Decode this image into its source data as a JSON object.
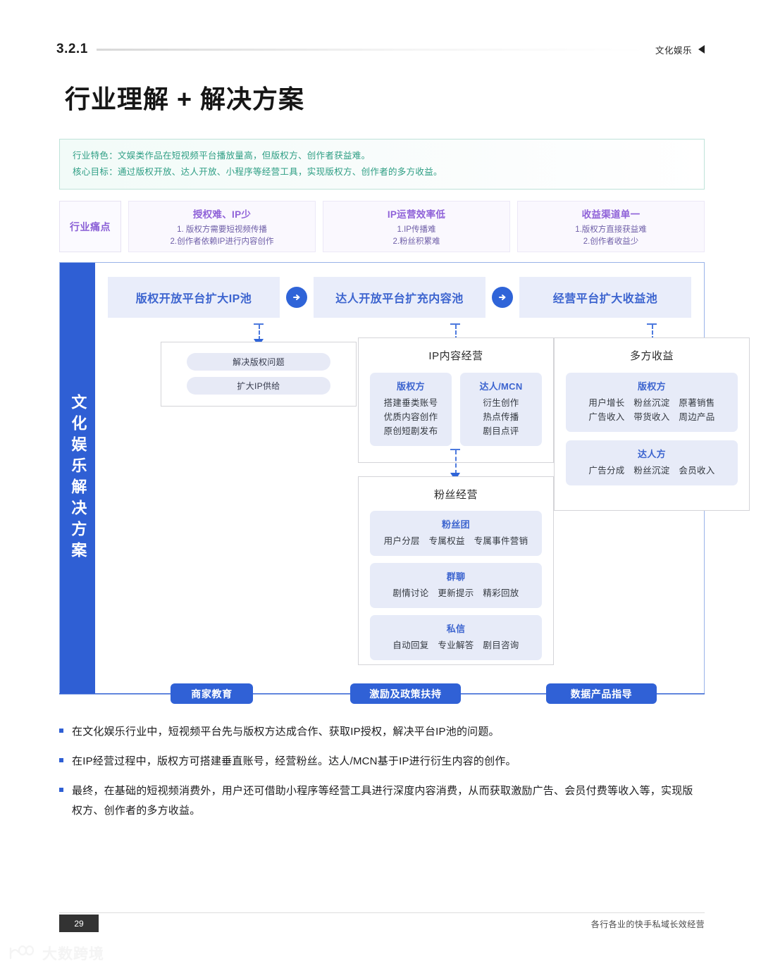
{
  "header": {
    "section_number": "3.2.1",
    "category": "文化娱乐"
  },
  "title": "行业理解 + 解决方案",
  "summary": {
    "feature": "行业特色：文娱类作品在短视频平台播放量高，但版权方、创作者获益难。",
    "goal": "核心目标：通过版权开放、达人开放、小程序等经营工具，实现版权方、创作者的多方收益。"
  },
  "pain_points": {
    "label": "行业痛点",
    "cards": [
      {
        "title": "授权难、IP少",
        "items": [
          "1. 版权方需要短视频传播",
          "2.创作者依赖IP进行内容创作"
        ]
      },
      {
        "title": "IP运营效率低",
        "items": [
          "1.IP传播难",
          "2.粉丝积累难"
        ]
      },
      {
        "title": "收益渠道单一",
        "items": [
          "1.版权方直接获益难",
          "2.创作者收益少"
        ]
      }
    ]
  },
  "diagram": {
    "side_label": "文化娱乐解决方案",
    "stages": [
      "版权开放平台扩大IP池",
      "达人开放平台扩充内容池",
      "经营平台扩大收益池"
    ],
    "arrow_icon": "arrow-right-icon",
    "column1": {
      "pills": [
        "解决版权问题",
        "扩大IP供给"
      ]
    },
    "column2": {
      "box1_title": "IP内容经营",
      "box1_chips": [
        {
          "header": "版权方",
          "rows": [
            "搭建垂类账号",
            "优质内容创作",
            "原创短剧发布"
          ]
        },
        {
          "header": "达人/MCN",
          "rows": [
            "衍生创作",
            "热点传播",
            "剧目点评"
          ]
        }
      ],
      "box2_title": "粉丝经营",
      "box2_chips": [
        {
          "header": "粉丝团",
          "rows": [
            "用户分层　专属权益　专属事件营销"
          ]
        },
        {
          "header": "群聊",
          "rows": [
            "剧情讨论　更新提示　精彩回放"
          ]
        },
        {
          "header": "私信",
          "rows": [
            "自动回复　专业解答　剧目咨询"
          ]
        }
      ]
    },
    "column3": {
      "box_title": "多方收益",
      "chips": [
        {
          "header": "版权方",
          "rows": [
            "用户增长　粉丝沉淀　原著销售",
            "广告收入　带货收入　周边产品"
          ]
        },
        {
          "header": "达人方",
          "rows": [
            "广告分成　粉丝沉淀　会员收入"
          ]
        }
      ]
    },
    "bottom_tags": [
      "商家教育",
      "激励及政策扶持",
      "数据产品指导"
    ]
  },
  "bullets": [
    "在文化娱乐行业中，短视频平台先与版权方达成合作、获取IP授权，解决平台IP池的问题。",
    "在IP经营过程中，版权方可搭建垂直账号，经营粉丝。达人/MCN基于IP进行衍生内容的创作。",
    "最终，在基础的短视频消费外，用户还可借助小程序等经营工具进行深度内容消费，从而获取激励广告、会员付费等收入等，实现版权方、创作者的多方收益。"
  ],
  "footer": {
    "page_number": "29",
    "book_title": "各行各业的快手私域长效经营",
    "watermark": "大数跨境"
  },
  "colors": {
    "brand_blue": "#2f5fd4",
    "stage_blue": "#3c64cf",
    "pain_purple": "#8f62d8",
    "summary_green": "#2e9e84",
    "chip_bg": "#e7ebf8"
  }
}
